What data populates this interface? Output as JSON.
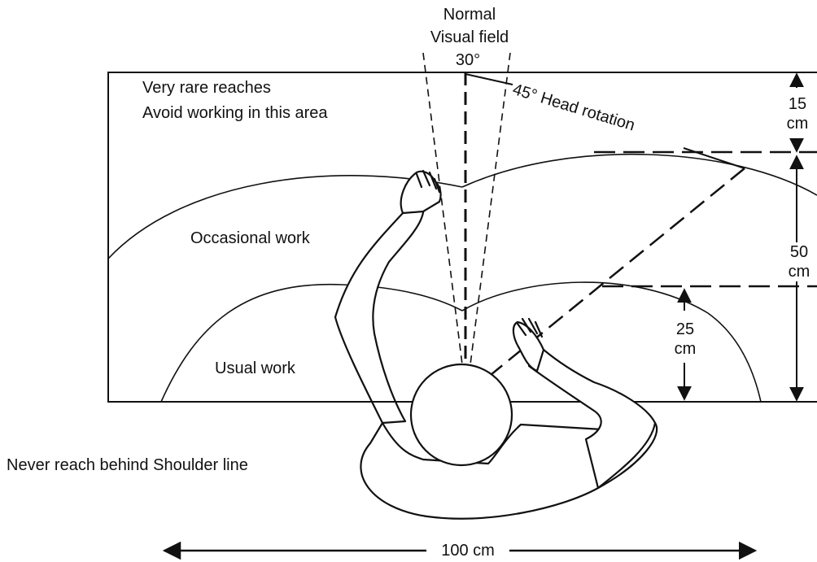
{
  "visual_field": {
    "line1": "Normal",
    "line2": "Visual field",
    "angle": "30°"
  },
  "rare_zone": {
    "line1": "Very rare reaches",
    "line2": "Avoid working in this area"
  },
  "head_rotation": "45° Head rotation",
  "occasional": "Occasional work",
  "usual": "Usual work",
  "shoulder_note": "Never reach behind Shoulder line",
  "dim_15": {
    "value": "15",
    "unit": "cm"
  },
  "dim_50": {
    "value": "50",
    "unit": "cm"
  },
  "dim_25": {
    "value": "25",
    "unit": "cm"
  },
  "dim_width": "100 cm"
}
